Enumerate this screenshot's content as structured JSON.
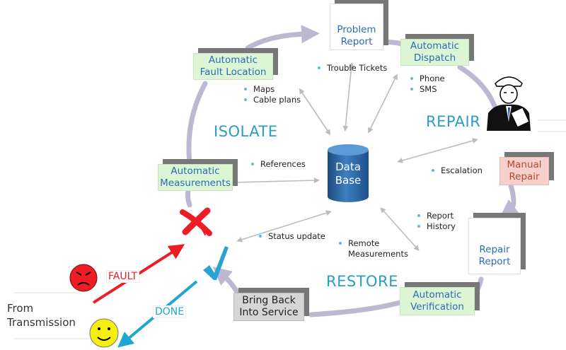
{
  "boxes": {
    "problem_report": "Problem\nReport",
    "automatic_dispatch": "Automatic\nDispatch",
    "automatic_fault_location": "Automatic\nFault Location",
    "automatic_measurements": "Automatic\nMeasurements",
    "manual_repair": "Manual\nRepair",
    "repair_report": "Repair\nReport",
    "automatic_verification": "Automatic\nVerification",
    "bring_back": "Bring Back\nInto Service"
  },
  "database": "Data\nBase",
  "stages": {
    "isolate": "ISOLATE",
    "repair": "REPAIR",
    "restore": "RESTORE"
  },
  "bullets": {
    "trouble_tickets": "Trouble Tickets",
    "phone_sms": [
      "Phone",
      "SMS"
    ],
    "maps_cable": [
      "Maps",
      "Cable plans"
    ],
    "references": "References",
    "escalation": "Escalation",
    "report_history": [
      "Report",
      "History"
    ],
    "status_update": "Status update",
    "remote_measurements": [
      "Remote",
      "Measurements"
    ]
  },
  "labels": {
    "fault": "FAULT",
    "done": "DONE",
    "from_transmission": "From\nTransmission"
  },
  "colors": {
    "accent": "#2a9dc2",
    "box_text": "#2a6db5",
    "fault_red": "#ee1c24",
    "done_blue": "#20a6cf",
    "cycle_arrow": "#bbb8d2"
  },
  "icons": [
    "pen-icon",
    "cross-icon",
    "checkmark-icon",
    "angry-face-icon",
    "smiley-face-icon",
    "engineer-icon",
    "database-icon"
  ]
}
